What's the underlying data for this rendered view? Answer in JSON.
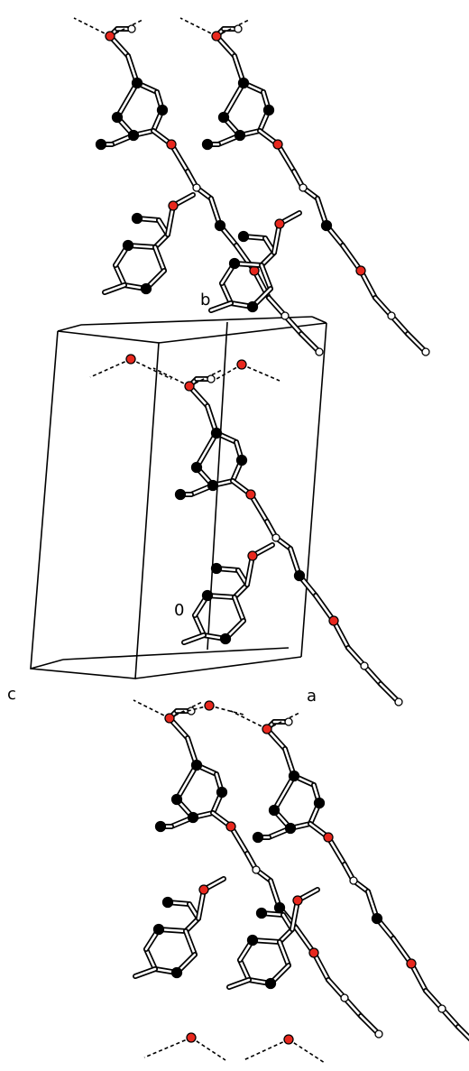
{
  "figure": {
    "axis_labels": {
      "a": "a",
      "b": "b",
      "c": "c",
      "origin": "0"
    },
    "colors": {
      "carbon": "#000000",
      "oxygen": "#e8281e",
      "hydrogen": "#ffffff",
      "bond": "#000000",
      "background": "#ffffff"
    }
  }
}
